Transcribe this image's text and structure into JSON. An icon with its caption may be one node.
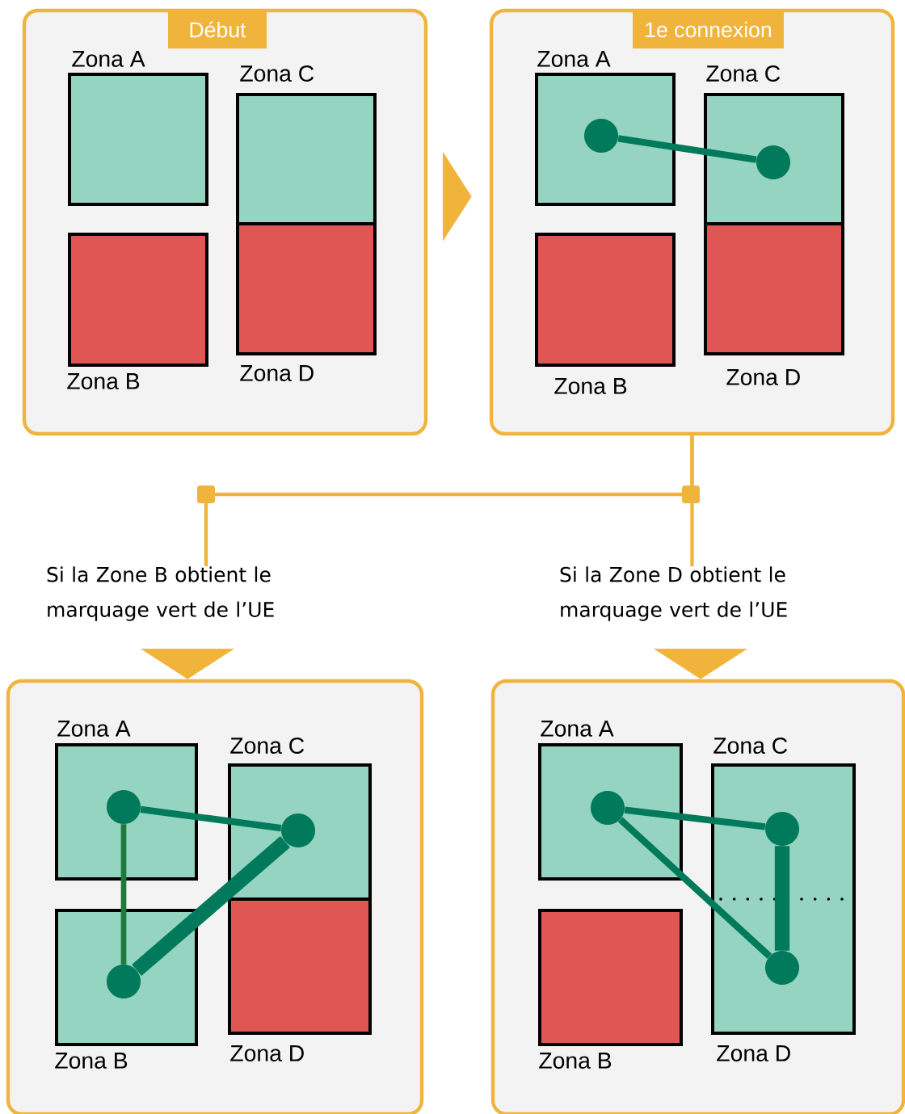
{
  "diagram": {
    "nodes": [
      {
        "text": [
          "Début"
        ]
      },
      {
        "text": [
          "Zona A"
        ],
        "in": 0
      },
      {
        "text": [
          "Zona B"
        ],
        "in": 0
      },
      {
        "text": [
          "Zona C"
        ],
        "in": 0
      },
      {
        "text": [
          "Zona D"
        ],
        "in": 0
      },
      {
        "text": [
          "1e connexion"
        ]
      },
      {
        "text": [
          "Zona A"
        ],
        "in": 5
      },
      {
        "text": [
          "Zona B"
        ],
        "in": 5
      },
      {
        "text": [
          "Zona C"
        ],
        "in": 5
      },
      {
        "text": [
          "Zona D"
        ],
        "in": 5
      },
      {
        "text": [],
        "shape": "circle",
        "in": 6
      },
      {
        "text": [],
        "shape": "circle",
        "in": 8
      },
      {
        "text": [
          "Si la Zone B obtient le marquage vert de l’UE"
        ]
      },
      {
        "text": [
          "Si la Zone D obtient le marquage vert de l’UE"
        ]
      },
      {
        "text": [],
        "shape": "box"
      },
      {
        "text": [
          "Zona A"
        ],
        "in": 14
      },
      {
        "text": [
          "Zona B"
        ],
        "in": 14
      },
      {
        "text": [
          "Zona C"
        ],
        "in": 14
      },
      {
        "text": [
          "Zona D"
        ],
        "in": 14
      },
      {
        "text": [],
        "shape": "circle",
        "in": 15
      },
      {
        "text": [],
        "shape": "circle",
        "in": 17
      },
      {
        "text": [],
        "shape": "circle",
        "in": 16
      },
      {
        "text": [],
        "shape": "box"
      },
      {
        "text": [
          "Zona A"
        ],
        "in": 22
      },
      {
        "text": [
          "Zona B"
        ],
        "in": 22
      },
      {
        "text": [
          "Zona C"
        ],
        "in": 22
      },
      {
        "text": [
          "Zona D"
        ],
        "in": 22
      },
      {
        "text": [],
        "shape": "circle",
        "in": 23
      },
      {
        "text": [],
        "shape": "circle",
        "in": 25
      },
      {
        "text": [],
        "shape": "circle",
        "in": 26
      }
    ],
    "edges": [
      {
        "from": 0,
        "to": 5,
        "arrow": "to",
        "color": "#f0b43c"
      },
      {
        "from": 5,
        "to": 12,
        "arrow": "none",
        "color": "#f0b43c"
      },
      {
        "from": 5,
        "to": 13,
        "arrow": "none",
        "color": "#f0b43c"
      },
      {
        "from": 12,
        "to": 14,
        "arrow": "to",
        "color": "#f0b43c"
      },
      {
        "from": 13,
        "to": 22,
        "arrow": "to",
        "color": "#f0b43c"
      },
      {
        "from": 10,
        "to": 11,
        "arrow": "none",
        "color": "#007a5a"
      },
      {
        "from": 19,
        "to": 20,
        "arrow": "none",
        "color": "#007a5a"
      },
      {
        "from": 19,
        "to": 21,
        "arrow": "none",
        "color": "#1e7a3a"
      },
      {
        "from": 21,
        "to": 20,
        "arrow": "none",
        "style": "thick",
        "color": "#007a5a"
      },
      {
        "from": 27,
        "to": 28,
        "arrow": "none",
        "color": "#007a5a"
      },
      {
        "from": 27,
        "to": 29,
        "arrow": "none",
        "color": "#007a5a"
      },
      {
        "from": 28,
        "to": 29,
        "arrow": "none",
        "style": "thick",
        "color": "#007a5a"
      }
    ]
  }
}
